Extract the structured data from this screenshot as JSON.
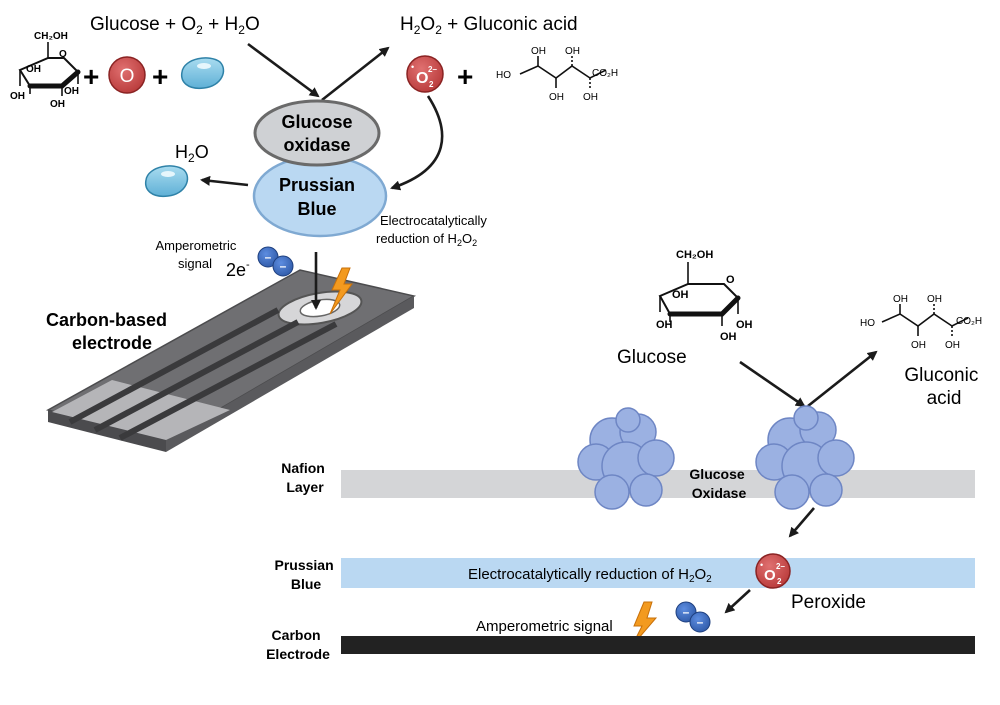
{
  "top": {
    "reaction_left": {
      "glucose": "Glucose",
      "o": "O",
      "plus": "+",
      "h": "H",
      "sub2": "2",
      "sub2b": "2",
      "sep1": "+",
      "sep2": "+"
    },
    "reaction_right": {
      "h": "H",
      "sub2": "2",
      "o": "O",
      "sub2b": "2",
      "rest": "+ Gluconic acid"
    },
    "oxygen_symbol": "O",
    "enzyme_label": [
      "Glucose",
      "oxidase"
    ],
    "pb_label": [
      "Prussian",
      "Blue"
    ],
    "water_label": {
      "h": "H",
      "sub": "2",
      "o": "O"
    },
    "electro_label": {
      "line1": "Electrocatalytically",
      "line2": "reduction of H",
      "sub": "2",
      "o": "O",
      "sub2": "2"
    },
    "amperometric_label": [
      "Amperometric",
      "signal"
    ],
    "electrons": {
      "base": "2e",
      "sup": "-"
    },
    "electrode_label": [
      "Carbon-based",
      "electrode"
    ],
    "electron_sign": "–",
    "superoxide": {
      "dot": "•",
      "o": "O",
      "sup": "2–",
      "sub": "2"
    }
  },
  "molecules": {
    "glucose_top": {
      "ch2oh": "CH₂OH",
      "oh1": "OH",
      "oh2": "OH",
      "oh3": "OH",
      "oh4": "OH",
      "o": "O"
    },
    "gluconic_top": {
      "ho": "HO",
      "oh1": "OH",
      "oh2": "OH",
      "oh3": "OH",
      "oh4": "OH",
      "co2h": "CO₂H"
    },
    "glucose_right": {
      "ch2oh": "CH₂OH",
      "oh1": "OH",
      "oh2": "OH",
      "oh3": "OH",
      "oh4": "OH",
      "o": "O"
    },
    "gluconic_right": {
      "ho": "HO",
      "oh1": "OH",
      "oh2": "OH",
      "oh3": "OH",
      "oh4": "OH",
      "co2h": "CO₂H"
    }
  },
  "right": {
    "glucose_label": "Glucose",
    "gluconic_label": [
      "Gluconic",
      "acid"
    ],
    "enzyme_label": [
      "Glucose",
      "Oxidase"
    ],
    "nafion_label": [
      "Nafion",
      "Layer"
    ],
    "pb_label": [
      "Prussian",
      "Blue"
    ],
    "carbon_label": [
      "Carbon",
      "Electrode"
    ],
    "pb_band": {
      "text": "Electrocatalytically reduction of H",
      "sub": "2",
      "o": "O",
      "sub2": "2"
    },
    "peroxide_label": "Peroxide",
    "amperometric_label": "Amperometric signal"
  },
  "colors": {
    "oxygen_red": "#cd4a4a",
    "water_blue": "#7cc4e2",
    "enzyme_gray": "#cfd1d4",
    "prussian_blue": "#bad8f2",
    "electron_blue": "#3b6cc2",
    "bolt_orange": "#f39a1f",
    "nafion_gray": "#d4d5d7",
    "carbon_black": "#222222",
    "protein_blue": "#9bb1e2"
  }
}
